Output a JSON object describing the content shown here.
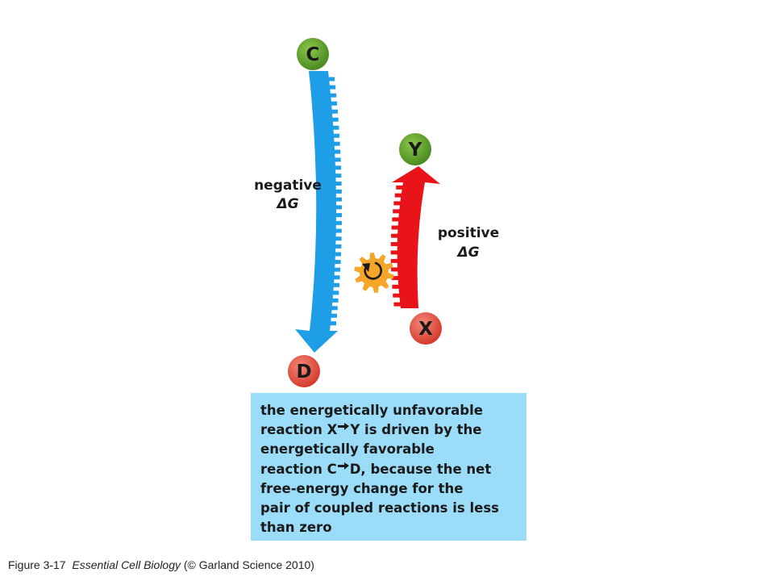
{
  "nodes": {
    "c": {
      "label": "C",
      "color": "#5a9e28"
    },
    "d": {
      "label": "D",
      "color": "#e04a3c"
    },
    "y": {
      "label": "Y",
      "color": "#5a9e28"
    },
    "x": {
      "label": "X",
      "color": "#e04a3c"
    }
  },
  "labels": {
    "negative": {
      "line1": "negative",
      "line2": "ΔG"
    },
    "positive": {
      "line1": "positive",
      "line2": "ΔG"
    }
  },
  "colors": {
    "favorable_arrow": "#1f9ee8",
    "unfavorable_arrow": "#e8141a",
    "gear": "#f4a52a",
    "caption_bg": "#9bddf8"
  },
  "icons": {
    "gear": "gear-icon",
    "rotation": "rotation-arrow-icon",
    "reaction_arrow": "small-arrow-icon"
  },
  "caption": {
    "line1": "the energetically unfavorable",
    "line2_a": "reaction X",
    "line2_b": "Y is driven by the",
    "line3": "energetically favorable",
    "line4_a": "reaction C",
    "line4_b": "D, because the net",
    "line5": "free-energy change for the",
    "line6": "pair of coupled reactions is less",
    "line7": "than zero"
  },
  "credit": {
    "figure": "Figure 3-17",
    "book": "Essential Cell Biology",
    "copyright": "(© Garland Science 2010)"
  }
}
